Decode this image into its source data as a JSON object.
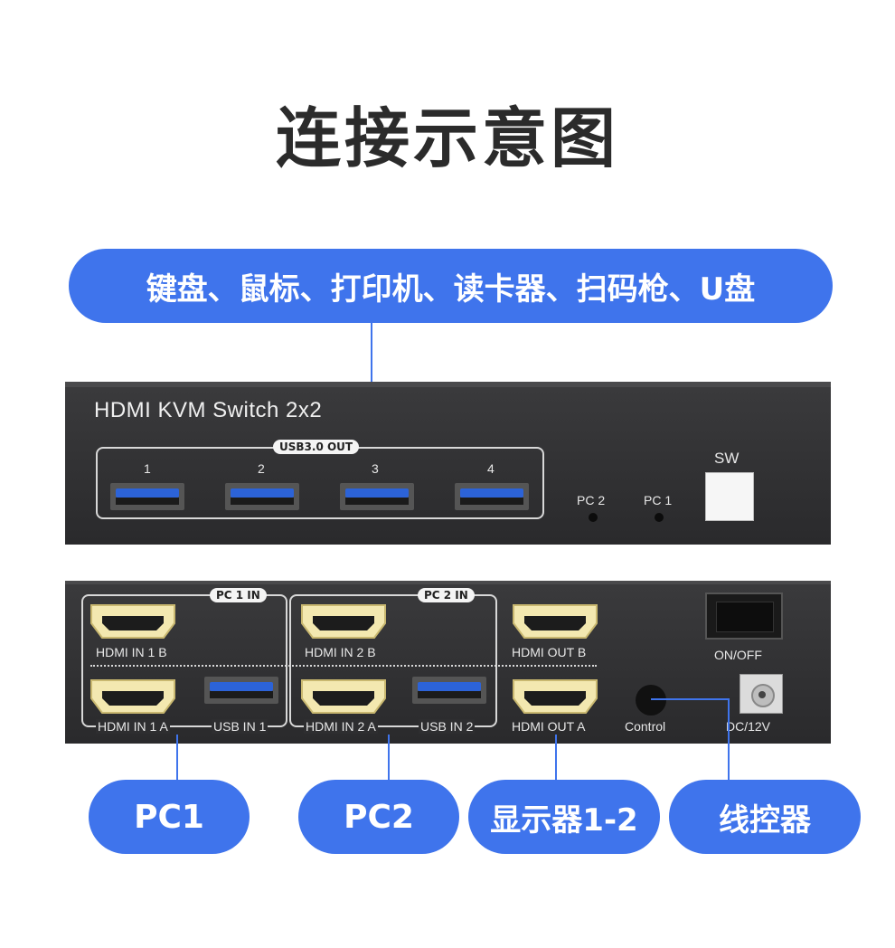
{
  "title": "连接示意图",
  "top_label": "键盘、鼠标、打印机、读卡器、扫码枪、U盘",
  "front_panel": {
    "model": "HDMI KVM Switch 2x2",
    "usb_out_tag": "USB3.0 OUT",
    "usb_ports": [
      "1",
      "2",
      "3",
      "4"
    ],
    "led_pc2": "PC 2",
    "led_pc1": "PC 1",
    "switch_label": "SW"
  },
  "rear_panel": {
    "pc1_tag": "PC 1 IN",
    "pc2_tag": "PC 2 IN",
    "hdmi_in_1b": "HDMI IN 1 B",
    "hdmi_in_2b": "HDMI IN 2 B",
    "hdmi_out_b": "HDMI OUT B",
    "on_off": "ON/OFF",
    "hdmi_in_1a": "HDMI IN 1 A",
    "usb_in_1": "USB IN 1",
    "hdmi_in_2a": "HDMI IN 2 A",
    "usb_in_2": "USB IN 2",
    "hdmi_out_a": "HDMI OUT A",
    "control": "Control",
    "dc": "DC/12V"
  },
  "bottom_labels": {
    "pc1": "PC1",
    "pc2": "PC2",
    "display": "显示器1-2",
    "controller": "线控器"
  },
  "colors": {
    "accent": "#3f74ec",
    "panel": "#333335",
    "hdmi_port": "#f3e8b0",
    "usb_blue": "#2c63d8"
  }
}
